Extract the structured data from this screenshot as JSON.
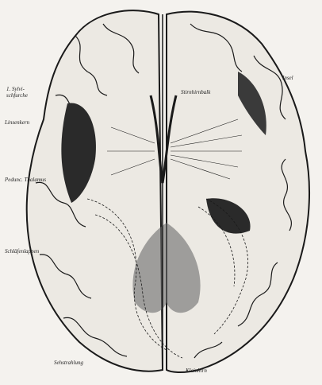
{
  "figure": {
    "colors": {
      "paper": "#f4f2ee",
      "ink": "#1a1a1a",
      "cortex_fill": "#ece9e3",
      "dark_mass": "#2a2a2a",
      "mid_grey": "#6b6b6b"
    },
    "labels": {
      "sylvian_fissure": "1. Sylvi-\nschfurche",
      "insula": "Insel",
      "frontal_radiation": "Stirnhirnbalk",
      "lateral_left": "Linsenkern",
      "lateral_left_b": "Pedunc. Thalamus",
      "temporal_left": "Schläfenlappen",
      "optic_radiation": "Sehstrahlung",
      "cerebellum": "Kleinhirn"
    }
  }
}
